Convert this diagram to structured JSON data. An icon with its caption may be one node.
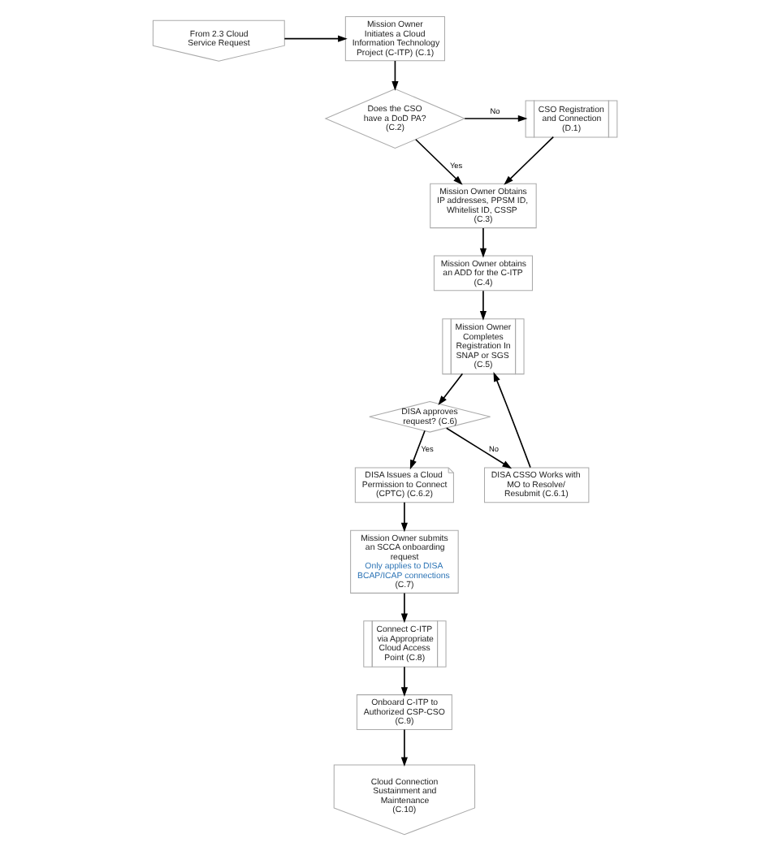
{
  "diagram": {
    "nodes": [
      {
        "text": [
          "From 2.3 Cloud Service Request"
        ]
      },
      {
        "text": [
          "Mission Owner Initiates a Cloud Information Technology Project (C-ITP) (C.1)"
        ]
      },
      {
        "text": [
          "Does the CSO have a DoD PA? (C.2)"
        ]
      },
      {
        "text": [
          "CSO Registration and Connection (D.1)"
        ]
      },
      {
        "text": [
          "Mission Owner Obtains IP addresses, PPSM ID, Whitelist ID, CSSP (C.3)"
        ]
      },
      {
        "text": [
          "Mission Owner obtains an ADD for the C-ITP (C.4)"
        ]
      },
      {
        "text": [
          "Mission Owner Completes Registration In SNAP or SGS (C.5)"
        ]
      },
      {
        "text": [
          "DISA approves request? (C.6)"
        ]
      },
      {
        "text": [
          "DISA CSSO Works with MO to Resolve/ Resubmit (C.6.1)"
        ]
      },
      {
        "text": [
          "DISA Issues a Cloud Permission to Connect (CPTC) (C.6.2)"
        ]
      },
      {
        "text": [
          "Mission Owner submits an SCCA onboarding request",
          "Only applies to DISA BCAP/ICAP connections",
          "(C.7)"
        ]
      },
      {
        "text": [
          "Connect C-ITP via Appropriate Cloud Access Point (C.8)"
        ]
      },
      {
        "text": [
          "Onboard C-ITP to Authorized CSP-CSO (C.9)"
        ]
      },
      {
        "text": [
          "Cloud Connection Sustainment and Maintenance (C.10)"
        ]
      }
    ],
    "edges": [
      {
        "from": 0,
        "to": 1,
        "arrow": "to"
      },
      {
        "from": 1,
        "to": 2,
        "arrow": "to"
      },
      {
        "from": 2,
        "to": 3,
        "arrow": "to",
        "label": "No"
      },
      {
        "from": 2,
        "to": 4,
        "arrow": "to",
        "label": "Yes"
      },
      {
        "from": 3,
        "to": 4,
        "arrow": "to"
      },
      {
        "from": 4,
        "to": 5,
        "arrow": "to"
      },
      {
        "from": 5,
        "to": 6,
        "arrow": "to"
      },
      {
        "from": 6,
        "to": 7,
        "arrow": "to"
      },
      {
        "from": 7,
        "to": 8,
        "arrow": "to",
        "label": "No"
      },
      {
        "from": 8,
        "to": 6,
        "arrow": "to"
      },
      {
        "from": 7,
        "to": 9,
        "arrow": "to",
        "label": "Yes"
      },
      {
        "from": 9,
        "to": 10,
        "arrow": "to"
      },
      {
        "from": 10,
        "to": 11,
        "arrow": "to"
      },
      {
        "from": 11,
        "to": 12,
        "arrow": "to"
      },
      {
        "from": 12,
        "to": 13,
        "arrow": "to"
      }
    ]
  }
}
